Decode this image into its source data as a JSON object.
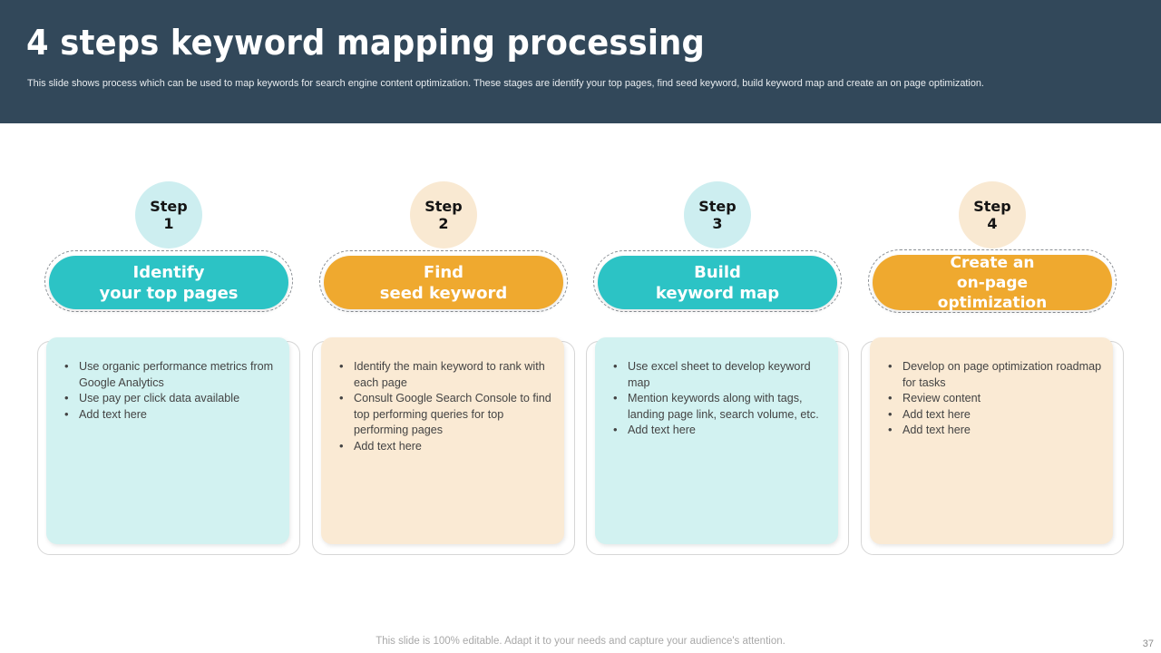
{
  "header": {
    "title": "4 steps keyword mapping processing",
    "subtitle": "This slide shows process which can be used to map keywords for search engine content optimization. These stages are identify your top pages, find seed keyword, build keyword map and create an on page optimization.",
    "bg_color": "#32485a"
  },
  "colors": {
    "teal": "#2cc3c5",
    "teal_light": "#cdeef0",
    "teal_panel": "#d2f2f1",
    "orange": "#efa92f",
    "cream_light": "#f9e9d2",
    "cream_panel": "#faead4",
    "navy": "#32485a"
  },
  "steps": [
    {
      "badge_word": "Step",
      "badge_number": "1",
      "title_line1": "Identify",
      "title_line2": "your top pages",
      "title_line3": "",
      "accent": "#2cc3c5",
      "bullets": [
        "Use organic performance metrics from Google Analytics",
        "Use pay per click data available",
        "Add text here"
      ]
    },
    {
      "badge_word": "Step",
      "badge_number": "2",
      "title_line1": "Find",
      "title_line2": "seed keyword",
      "title_line3": "",
      "accent": "#efa92f",
      "bullets": [
        "Identify the main keyword to rank with each page",
        "Consult Google Search Console to find top performing queries for top performing pages",
        "Add text here"
      ]
    },
    {
      "badge_word": "Step",
      "badge_number": "3",
      "title_line1": "Build",
      "title_line2": "keyword map",
      "title_line3": "",
      "accent": "#2cc3c5",
      "bullets": [
        "Use excel sheet to develop keyword map",
        "Mention keywords along with tags, landing page link, search volume, etc.",
        "Add text here"
      ]
    },
    {
      "badge_word": "Step",
      "badge_number": "4",
      "title_line1": "Create an",
      "title_line2": "on-page",
      "title_line3": "optimization",
      "accent": "#efa92f",
      "bullets": [
        "Develop on page optimization roadmap for tasks",
        "Review content",
        "Add text here",
        "Add text here"
      ]
    }
  ],
  "footer": {
    "note": "This slide is 100% editable. Adapt it to your needs and capture your audience's attention.",
    "page_number": "37"
  }
}
